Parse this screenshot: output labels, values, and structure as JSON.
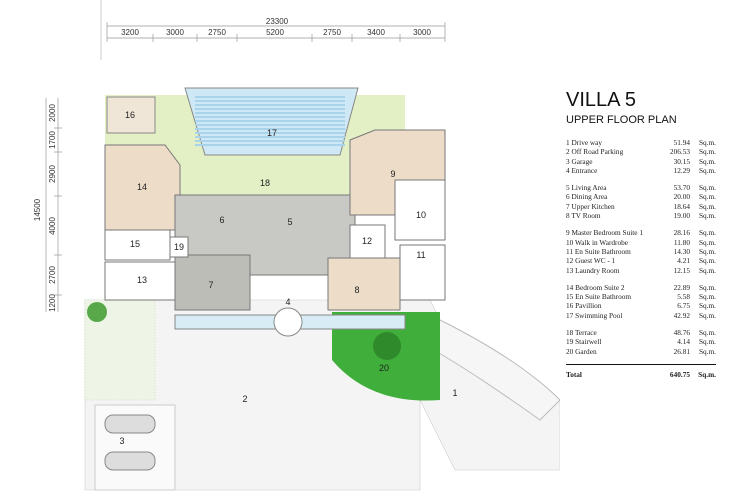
{
  "title": "VILLA 5",
  "subtitle": "UPPER FLOOR PLAN",
  "dimensions": {
    "overall_width": "23300",
    "top": [
      "3200",
      "3000",
      "2750",
      "5200",
      "2750",
      "3400",
      "3000"
    ],
    "overall_depth": "14500",
    "left": [
      "2000",
      "1700",
      "2900",
      "4000",
      "2700",
      "1200"
    ]
  },
  "room_labels": [
    "1",
    "2",
    "3",
    "4",
    "5",
    "6",
    "7",
    "8",
    "9",
    "10",
    "11",
    "12",
    "13",
    "14",
    "15",
    "16",
    "17",
    "18",
    "19",
    "20"
  ],
  "unit": "Sq.m.",
  "legend": [
    [
      {
        "name": "1 Drive way",
        "area": "51.94"
      },
      {
        "name": "2 Off Road Parking",
        "area": "206.53"
      },
      {
        "name": "3 Garage",
        "area": "30.15"
      },
      {
        "name": "4 Entrance",
        "area": "12.29"
      }
    ],
    [
      {
        "name": "5 Living Area",
        "area": "53.70"
      },
      {
        "name": "6 Dining Area",
        "area": "20.00"
      },
      {
        "name": "7 Upper Kitchen",
        "area": "18.64"
      },
      {
        "name": "8 TV Room",
        "area": "19.00"
      }
    ],
    [
      {
        "name": "9 Master Bedroom Suite 1",
        "area": "28.16"
      },
      {
        "name": "10 Walk in Wardrobe",
        "area": "11.80"
      },
      {
        "name": "11 En Suite Bathroom",
        "area": "14.30"
      },
      {
        "name": "12 Guest WC - 1",
        "area": "4.21"
      },
      {
        "name": "13 Laundry Room",
        "area": "12.15"
      }
    ],
    [
      {
        "name": "14 Bedroom Suite 2",
        "area": "22.89"
      },
      {
        "name": "15 En Suite Bathroom",
        "area": "5.58"
      },
      {
        "name": "16 Pavillion",
        "area": "6.75"
      },
      {
        "name": "17 Swimming Pool",
        "area": "42.92"
      }
    ],
    [
      {
        "name": "18 Terrace",
        "area": "48.76"
      },
      {
        "name": "19 Stairwell",
        "area": "4.14"
      },
      {
        "name": "20 Garden",
        "area": "26.81"
      }
    ]
  ],
  "total": {
    "label": "Total",
    "area": "640.75"
  }
}
